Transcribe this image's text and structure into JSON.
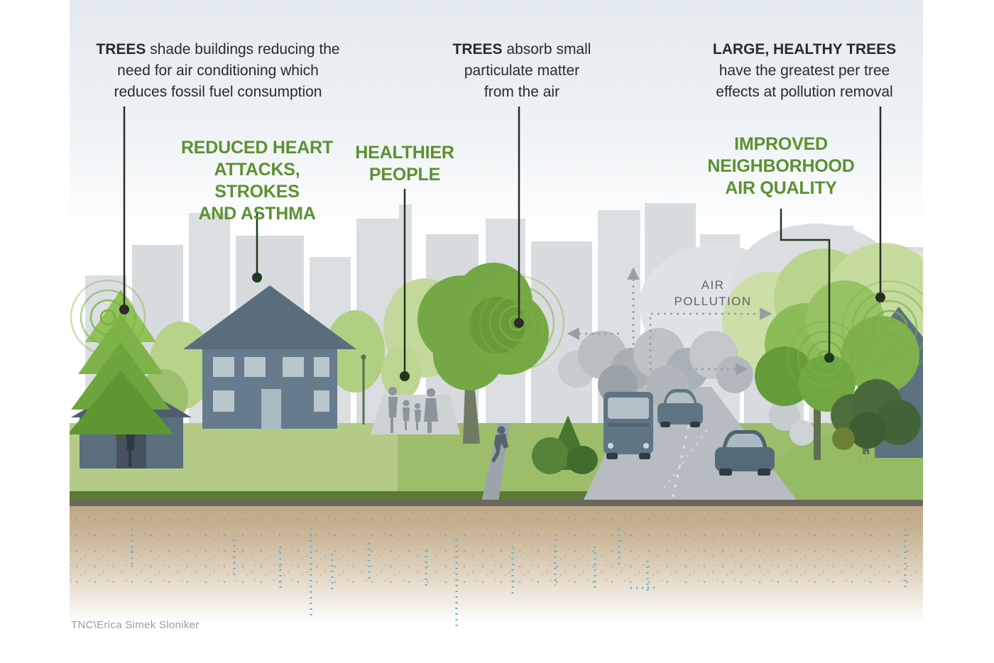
{
  "annotations": {
    "shade": {
      "lead": "TREES",
      "line1": " shade buildings reducing the",
      "line2": "need for air conditioning which",
      "line3": "reduces fossil fuel consumption"
    },
    "absorb": {
      "lead": "TREES",
      "line1": " absorb small",
      "line2": "particulate matter",
      "line3": "from the air"
    },
    "large_trees": {
      "lead": "LARGE, HEALTHY TREES",
      "line2": "have the greatest per tree",
      "line3": "effects at pollution removal"
    }
  },
  "benefits": {
    "heart": [
      "REDUCED HEART",
      "ATTACKS, STROKES",
      "AND ASTHMA"
    ],
    "people": [
      "HEALTHIER",
      "PEOPLE"
    ],
    "air": [
      "IMPROVED",
      "NEIGHBORHOOD",
      "AIR QUALITY"
    ]
  },
  "labels": {
    "air_pollution": [
      "AIR",
      "POLLUTION"
    ]
  },
  "credit": "TNC\\Erica Simek Sloniker",
  "colors": {
    "benefit_green": "#5c9130",
    "dark_text": "#2d2a26",
    "ripple_green": "#76b23f",
    "building_gray": "#64798a",
    "soil_brown": "#c6b193",
    "pollution_gray": "#9aa2a8",
    "water_dotted_blue": "#5fb0d5"
  }
}
